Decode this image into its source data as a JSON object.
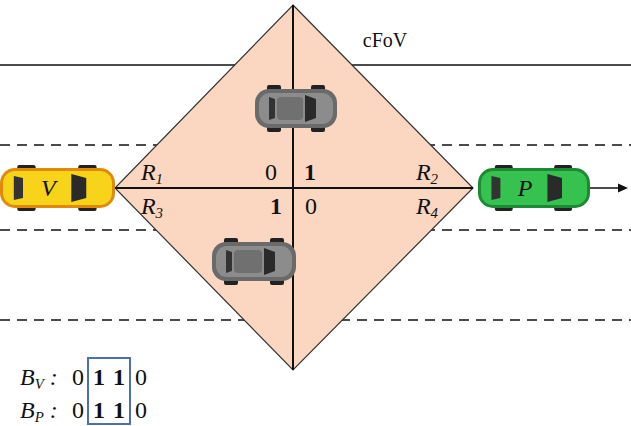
{
  "diagram": {
    "nodes": [
      {
        "text": [
          "V"
        ]
      },
      {
        "text": [
          "P"
        ]
      }
    ],
    "labels": [
      "cFoV",
      "R1",
      "0",
      "1",
      "R2",
      "R3",
      "1",
      "0",
      "R4",
      "BV :",
      "0",
      "1",
      "1",
      "0",
      "BP :",
      "0",
      "1",
      "1",
      "0"
    ]
  }
}
